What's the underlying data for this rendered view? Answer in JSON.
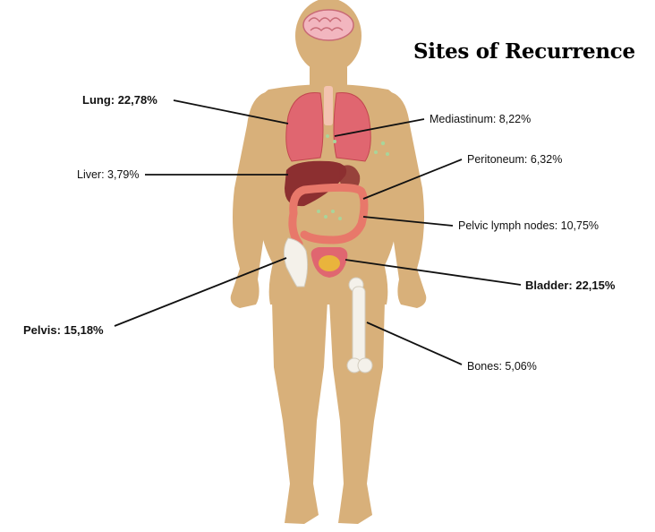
{
  "title": "Sites of Recurrence",
  "sites": [
    {
      "id": "lung",
      "label": "Lung: 22,78%",
      "site": "Lung",
      "percent": 22.78,
      "bold": true
    },
    {
      "id": "mediastinum",
      "label": "Mediastinum: 8,22%",
      "site": "Mediastinum",
      "percent": 8.22,
      "bold": false
    },
    {
      "id": "peritoneum",
      "label": "Peritoneum: 6,32%",
      "site": "Peritoneum",
      "percent": 6.32,
      "bold": false
    },
    {
      "id": "liver",
      "label": "Liver: 3,79%",
      "site": "Liver",
      "percent": 3.79,
      "bold": false
    },
    {
      "id": "pelvic-lymph-nodes",
      "label": "Pelvic lymph nodes: 10,75%",
      "site": "Pelvic lymph nodes",
      "percent": 10.75,
      "bold": false
    },
    {
      "id": "bladder",
      "label": "Bladder: 22,15%",
      "site": "Bladder",
      "percent": 22.15,
      "bold": true
    },
    {
      "id": "pelvis",
      "label": "Pelvis: 15,18%",
      "site": "Pelvis",
      "percent": 15.18,
      "bold": true
    },
    {
      "id": "bones",
      "label": "Bones: 5,06%",
      "site": "Bones",
      "percent": 5.06,
      "bold": false
    }
  ],
  "colors": {
    "skin": "#d8b07a",
    "lung": "#e06670",
    "liver": "#8c2f30",
    "intestine": "#e8786a",
    "bone": "#f4f1ea",
    "bladder": "#e9b43c",
    "brain": "#f2b6bf",
    "lymph": "#a8d59a",
    "leader": "#111111"
  }
}
